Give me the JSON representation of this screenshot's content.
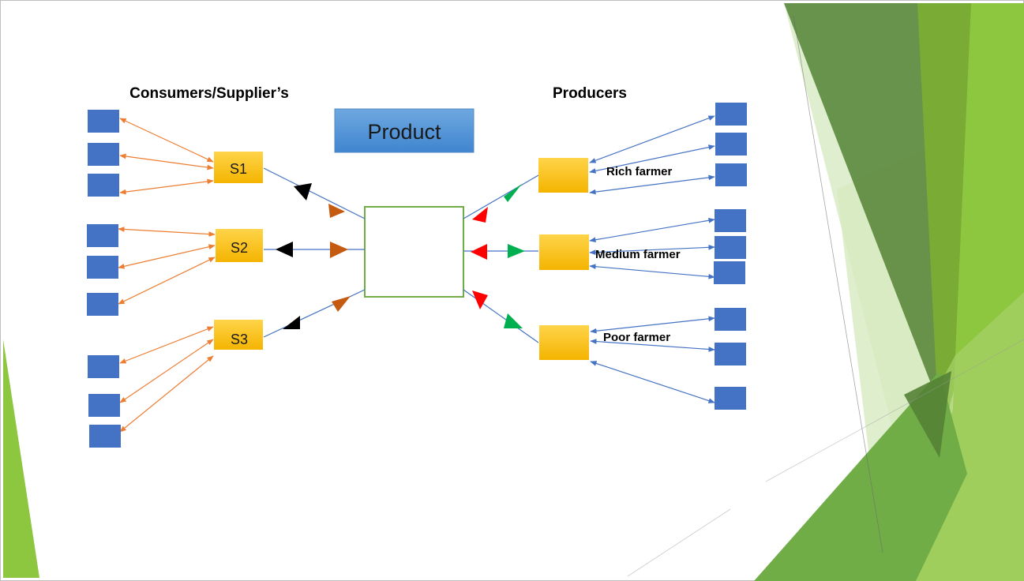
{
  "slide": {
    "headings": {
      "consumers": "Consumers/Supplier’s",
      "producers": "Producers"
    },
    "product_label": "Product",
    "suppliers": [
      "S1",
      "S2",
      "S3"
    ],
    "farmers": {
      "rich": "Rich farmer",
      "medium": "Medium farmer",
      "poor": "Poor farmer"
    }
  },
  "colors": {
    "blue_box": "#4472c4",
    "gold_box": "#ffc000",
    "product_banner": "#5b9bd5",
    "center_border": "#70ad47",
    "orange_link": "#ed7d31",
    "blue_link": "#4472c4",
    "triangle_black": "#000000",
    "triangle_brown": "#c55a11",
    "triangle_red": "#ff0000",
    "triangle_green": "#00b050",
    "green_dark": "#548235",
    "green_mid": "#70ad47",
    "green_lime": "#8dc63f",
    "green_light": "#c5e0a5"
  }
}
